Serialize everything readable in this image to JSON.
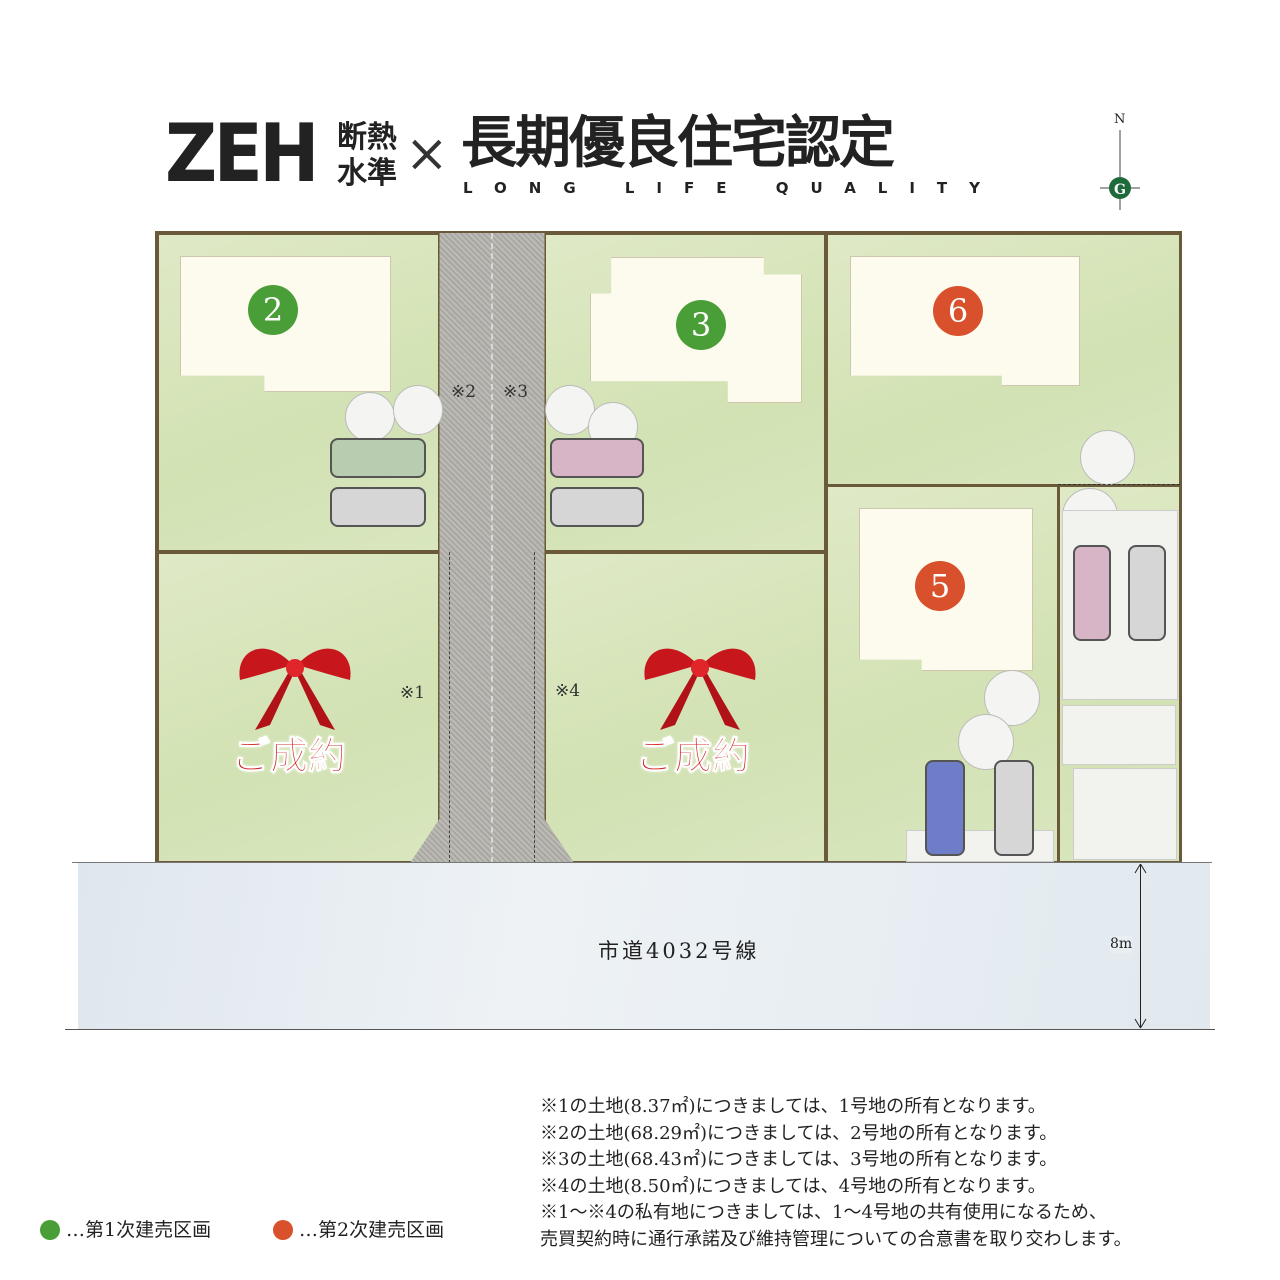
{
  "header": {
    "zeh": "ZEH",
    "zeh_sub1": "断熱",
    "zeh_sub2": "水準",
    "times": "×",
    "title": "長期優良住宅認定",
    "subtitle": "LONG LIFE QUALITY"
  },
  "compass": {
    "north": "N"
  },
  "lots": [
    {
      "number": "2",
      "phase": 1
    },
    {
      "number": "3",
      "phase": 1
    },
    {
      "number": "6",
      "phase": 2
    },
    {
      "number": "5",
      "phase": 2
    }
  ],
  "sold_label": "ご成約",
  "marks": {
    "m1": "※1",
    "m2": "※2",
    "m3": "※3",
    "m4": "※4"
  },
  "road": {
    "name": "市道4032号線",
    "width": "8m"
  },
  "legend": [
    {
      "label": "…第1次建売区画",
      "color": "#4a9e38"
    },
    {
      "label": "…第2次建売区画",
      "color": "#d9512c"
    }
  ],
  "notes": [
    "※1の土地(8.37㎡)につきましては、1号地の所有となります。",
    "※2の土地(68.29㎡)につきましては、2号地の所有となります。",
    "※3の土地(68.43㎡)につきましては、3号地の所有となります。",
    "※4の土地(8.50㎡)につきましては、4号地の所有となります。",
    "※1～※4の私有地につきましては、1～4号地の共有使用になるため、",
    "売買契約時に通行承諾及び維持管理についての合意書を取り交わします。"
  ],
  "colors": {
    "phase1": "#4a9e38",
    "phase2": "#d9512c",
    "sold": "#d01c1c"
  }
}
